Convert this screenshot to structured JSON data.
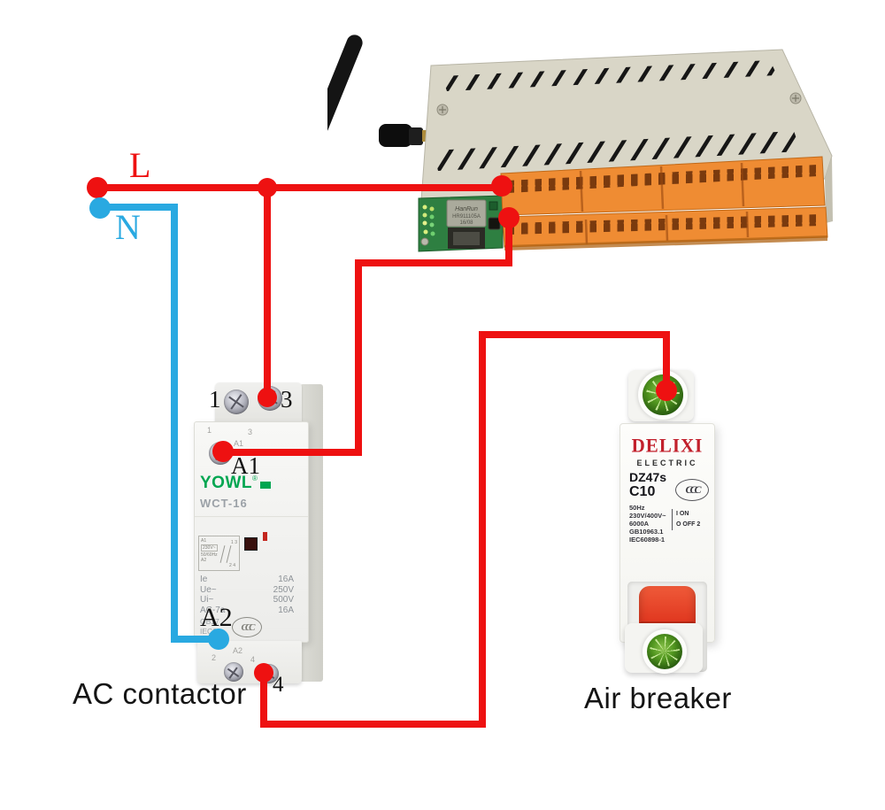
{
  "labels": {
    "line": "L",
    "neutral": "N",
    "t1": "1",
    "t3": "3",
    "a1": "A1",
    "a2": "A2",
    "t4": "4",
    "contactor_caption": "AC contactor",
    "breaker_caption": "Air breaker"
  },
  "colors": {
    "live_wire": "#ee1111",
    "neutral_wire": "#29a9e1",
    "terminal_orange": "#ef8c33",
    "pcb_green": "#2e7f41",
    "enclosure_grey": "#d9d6c7",
    "delixi_red": "#c2202c",
    "yowl_green": "#00a651",
    "breaker_handle_red": "#e0371f"
  },
  "contactor": {
    "brand": "YOWL",
    "reg": "®",
    "model": "WCT-16",
    "print_1": "1",
    "print_3": "3",
    "print_a1": "A1",
    "print_a2": "A2",
    "print_2": "2",
    "print_4": "4",
    "mini": {
      "a1": "A1",
      "volt": "230V~",
      "freq": "50/60Hz",
      "a2": "A2",
      "top_poles": "1  3",
      "bottom_poles": "2  4"
    },
    "specs": [
      {
        "label": "Ie",
        "value": "16A"
      },
      {
        "label": "Ue~",
        "value": "250V"
      },
      {
        "label": "Ui~",
        "value": "500V"
      },
      {
        "label": "AC-7a",
        "value": "16A"
      }
    ],
    "std1": "GB17",
    "std2": "IEC61",
    "cert": "CCC"
  },
  "breaker": {
    "brand": "DELIXI",
    "division": "ELECTRIC",
    "model": "DZ47s",
    "rating": "C10",
    "spec1": "50Hz",
    "spec2": "230V/400V~",
    "spec3": "6000A",
    "spec4": "GB10963.1",
    "spec5": "IEC60898-1",
    "on_mark": "I ON",
    "off_mark": "O OFF 2",
    "cert": "CCC"
  },
  "controller": {
    "eth_brand": "HanRun",
    "eth_part": "HR911105A",
    "eth_date": "16/08"
  }
}
